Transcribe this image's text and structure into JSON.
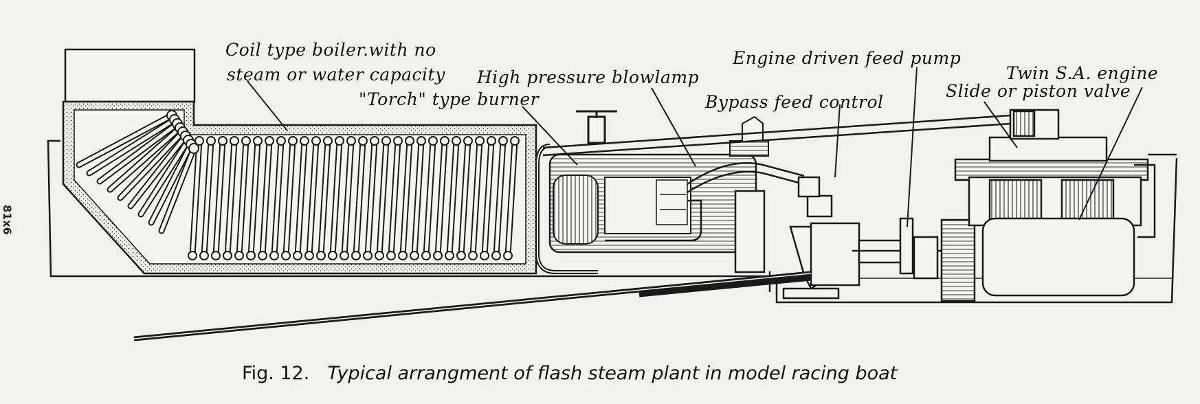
{
  "figure": {
    "caption_number": "Fig. 12.",
    "caption_text": "Typical arrangment of flash steam plant in model racing boat",
    "side_mark": "81x6"
  },
  "labels": {
    "boiler_line1": "Coil type boiler.with no",
    "boiler_line2": "steam or water capacity",
    "burner": "\"Torch\" type burner",
    "blowlamp": "High pressure blowlamp",
    "feed_pump": "Engine driven feed pump",
    "bypass": "Bypass feed control",
    "engine_line1": "Twin S.A. engine",
    "engine_line2": "Slide or piston valve"
  }
}
